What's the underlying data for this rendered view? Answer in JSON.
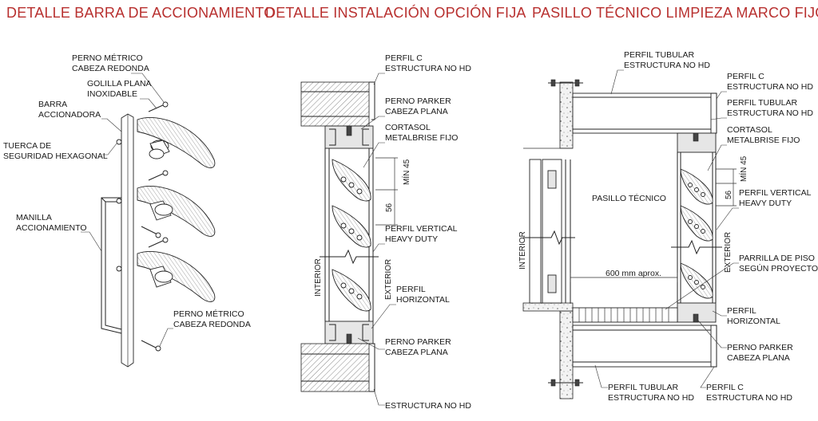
{
  "titles": {
    "t1": "DETALLE BARRA DE ACCIONAMIENTO",
    "t2": "DETALLE INSTALACIÓN OPCIÓN FIJA",
    "t3": "PASILLO TÉCNICO LIMPIEZA MARCO FIJO"
  },
  "colors": {
    "title": "#b8302f",
    "line": "#222222"
  },
  "d1": {
    "perno_metrico_top": [
      "PERNO MÉTRICO",
      "CABEZA REDONDA"
    ],
    "golilla": [
      "GOLILLA PLANA",
      "INOXIDABLE"
    ],
    "barra": [
      "BARRA",
      "ACCIONADORA"
    ],
    "tuerca": [
      "TUERCA DE",
      "SEGURIDAD HEXAGONAL"
    ],
    "manilla": [
      "MANILLA",
      "ACCIONAMIENTO"
    ],
    "perno_metrico_bottom": [
      "PERNO MÉTRICO",
      "CABEZA REDONDA"
    ]
  },
  "d2": {
    "perfil_c": [
      "PERFIL C",
      "ESTRUCTURA NO HD"
    ],
    "perno_parker_top": [
      "PERNO PARKER",
      "CABEZA PLANA"
    ],
    "cortasol": [
      "CORTASOL",
      "METALBRISE FIJO"
    ],
    "min45": "MÍN 45",
    "dim56": "56",
    "perfil_vertical": [
      "PERFIL VERTICAL",
      "HEAVY DUTY"
    ],
    "interior": "INTERIOR",
    "exterior": "EXTERIOR",
    "perfil_horizontal": [
      "PERFIL",
      "HORIZONTAL"
    ],
    "perno_parker_bottom": [
      "PERNO PARKER",
      "CABEZA PLANA"
    ],
    "estructura": "ESTRUCTURA NO HD"
  },
  "d3": {
    "perfil_tubular_top": [
      "PERFIL TUBULAR",
      "ESTRUCTURA NO HD"
    ],
    "perfil_c_top": [
      "PERFIL C",
      "ESTRUCTURA NO HD"
    ],
    "perfil_tubular_right": [
      "PERFIL TUBULAR",
      "ESTRUCTURA NO HD"
    ],
    "cortasol": [
      "CORTASOL",
      "METALBRISE FIJO"
    ],
    "min45": "MÍN 45",
    "dim56": "56",
    "pasillo": "PASILLO TÉCNICO",
    "perfil_vertical": [
      "PERFIL VERTICAL",
      "HEAVY DUTY"
    ],
    "interior": "INTERIOR",
    "exterior": "EXTERIOR",
    "parrilla": [
      "PARRILLA DE PISO",
      "SEGÚN PROYECTO"
    ],
    "dim600": "600 mm aprox.",
    "perfil_horizontal": [
      "PERFIL",
      "HORIZONTAL"
    ],
    "perno_parker": [
      "PERNO PARKER",
      "CABEZA PLANA"
    ],
    "perfil_tubular_bottom": [
      "PERFIL TUBULAR",
      "ESTRUCTURA NO HD"
    ],
    "perfil_c_bottom": [
      "PERFIL C",
      "ESTRUCTURA NO HD"
    ]
  }
}
